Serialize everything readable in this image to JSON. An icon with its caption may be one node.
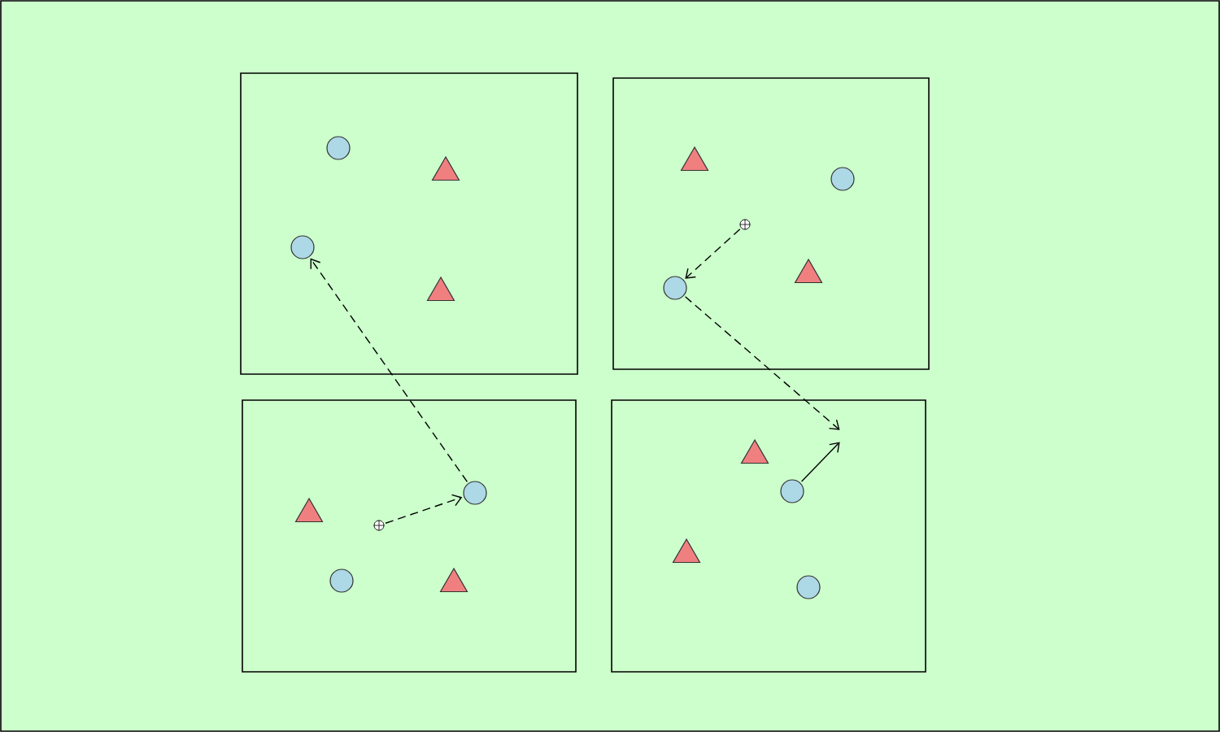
{
  "diagram": {
    "nodes": [
      {
        "text": [],
        "shape": "box"
      },
      {
        "text": [],
        "shape": "circle",
        "in": 0
      },
      {
        "text": [],
        "shape": "triangle",
        "in": 0
      },
      {
        "text": [],
        "shape": "circle",
        "in": 0
      },
      {
        "text": [],
        "shape": "triangle",
        "in": 0
      },
      {
        "text": [],
        "shape": "box"
      },
      {
        "text": [],
        "shape": "triangle",
        "in": 5
      },
      {
        "text": [],
        "shape": "circle",
        "in": 5
      },
      {
        "text": [],
        "shape": "ball",
        "in": 5
      },
      {
        "text": [],
        "shape": "circle",
        "in": 5
      },
      {
        "text": [],
        "shape": "triangle",
        "in": 5
      },
      {
        "text": [],
        "shape": "box"
      },
      {
        "text": [],
        "shape": "triangle",
        "in": 11
      },
      {
        "text": [],
        "shape": "ball",
        "in": 11
      },
      {
        "text": [],
        "shape": "circle",
        "in": 11
      },
      {
        "text": [],
        "shape": "circle",
        "in": 11
      },
      {
        "text": [],
        "shape": "triangle",
        "in": 11
      },
      {
        "text": [],
        "shape": "box"
      },
      {
        "text": [],
        "shape": "triangle",
        "in": 17
      },
      {
        "text": [],
        "shape": "circle",
        "in": 17
      },
      {
        "text": [],
        "shape": "triangle",
        "in": 17
      },
      {
        "text": [],
        "shape": "circle",
        "in": 17
      }
    ],
    "edges": [
      {
        "from": 13,
        "to": 14,
        "arrow": "to",
        "style": "dashed"
      },
      {
        "from": 14,
        "to": 3,
        "arrow": "to",
        "style": "dashed"
      },
      {
        "from": 8,
        "to": 9,
        "arrow": "to",
        "style": "dashed"
      },
      {
        "from": 9,
        "to": null,
        "arrow": "to",
        "style": "dashed"
      },
      {
        "from": 19,
        "to": null,
        "arrow": "to"
      }
    ]
  }
}
